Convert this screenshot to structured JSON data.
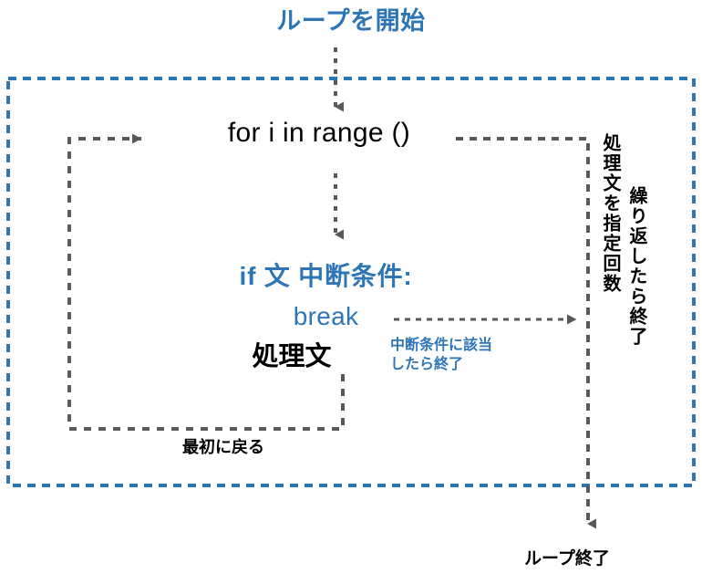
{
  "diagram": {
    "type": "flowchart",
    "language": "ja",
    "topic": "python-for-loop-with-break",
    "colors": {
      "accent_blue": "#2e75b6",
      "line_gray": "#595959",
      "text_black": "#000000",
      "background": "#ffffff"
    },
    "labels": {
      "loop_start": "ループを開始",
      "for_statement": "for i in range ()",
      "if_statement": "if 文 中断条件:",
      "break_statement": "break",
      "process_statement": "処理文",
      "break_note": "中断条件に該当\nしたら終了",
      "back_to_start": "最初に戻る",
      "loop_end": "ループ終了",
      "vertical_note_right": "処理文を指定回数",
      "vertical_note_left": "繰り返したら終了"
    },
    "regions": {
      "loop_body_border": "dashed-blue-rectangle",
      "back_edge": "dashed-gray-path",
      "exit_edge": "dashed-gray-path"
    }
  }
}
